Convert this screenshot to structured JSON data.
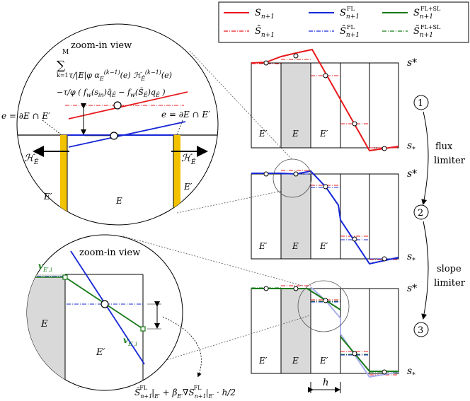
{
  "legend": {
    "items": [
      {
        "label": "S_{n+1}",
        "color": "#e8191c",
        "style": "solid"
      },
      {
        "label": "S^{FL}_{n+1}",
        "color": "#1727d6",
        "style": "solid"
      },
      {
        "label": "S^{FL+SL}_{n+1}",
        "color": "#187a18",
        "style": "solid"
      },
      {
        "label": "S̄_{n+1}",
        "color": "#e8191c",
        "style": "dashdot"
      },
      {
        "label": "S̄^{FL}_{n+1}",
        "color": "#1727d6",
        "style": "dashdot"
      },
      {
        "label": "S̄^{FL+SL}_{n+1}",
        "color": "#187a18",
        "style": "dashdot"
      }
    ]
  },
  "zoom1": {
    "title": "zoom-in view",
    "formula_sum": "Σ_{k=1}^{M} τ/(|E|φ) α_E^{(k−1)}(e) H_Ê^{(k−1)}(e)",
    "formula_line2": "−τ/φ ( f_w(s_in) q̄_Ê − f_w(S̄_Ê) q_Ê )",
    "edge_left": "e = ∂E ∩ E′",
    "edge_right": "e = ∂E ∩ E′",
    "flux_left": "H_Ê",
    "flux_right": "H_Ê",
    "cell_left": "E′",
    "cell_center": "E",
    "cell_right": "E′"
  },
  "zoom2": {
    "title": "zoom-in view",
    "vertex_top": "v_{E′,i}",
    "vertex_bottom": "v_{E′,i}",
    "cell_left": "E",
    "cell_right": "E′",
    "formula": "S̄^{FL}_{n+1}|_{E′} + β_{E′} ∇S^{FL}_{n+1}|_{E′} · h/2"
  },
  "panels": {
    "s_top": "s*",
    "s_bottom": "s*",
    "labels": [
      "E′",
      "E",
      "E′"
    ]
  },
  "steps": {
    "step1": "1",
    "step2": "2",
    "step3": "3",
    "arrow1_label_a": "flux",
    "arrow1_label_b": "limiter",
    "arrow2_label_a": "slope",
    "arrow2_label_b": "limiter"
  },
  "h_label": "h"
}
